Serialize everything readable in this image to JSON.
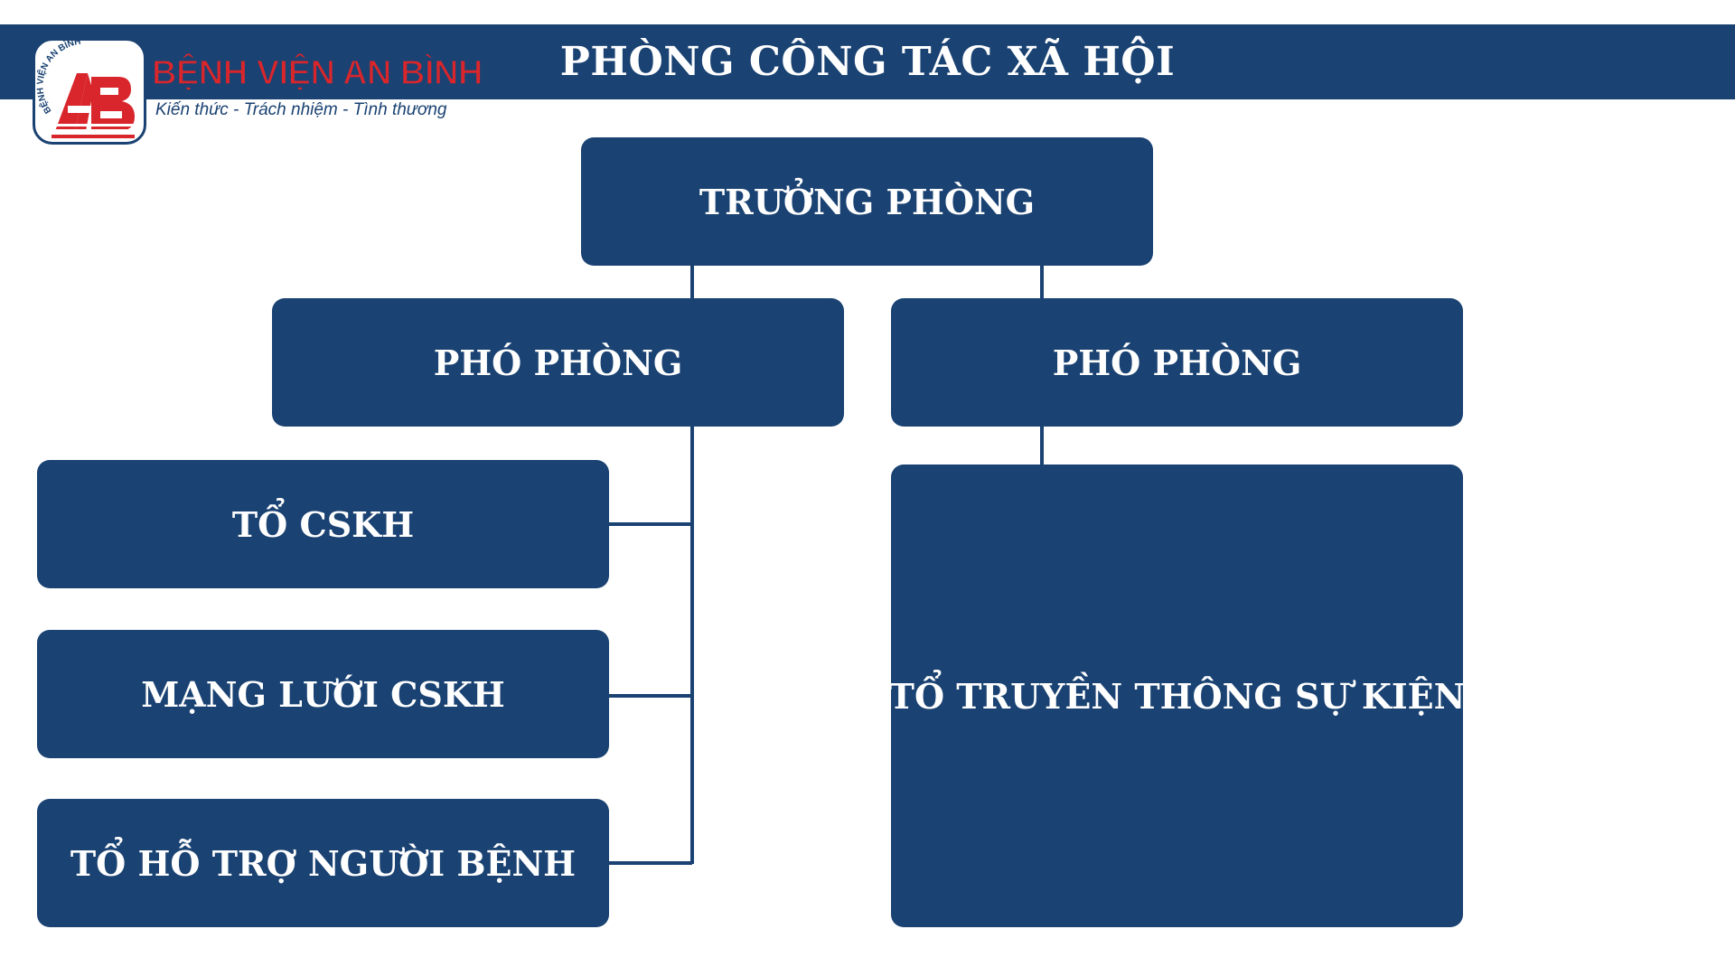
{
  "header": {
    "title": "PHÒNG CÔNG TÁC XÃ HỘI"
  },
  "logo": {
    "brand_name": "BỆNH VIỆN AN BÌNH",
    "slogan": "Kiến thức - Trách nhiệm - Tình thương",
    "badge_text": "BỆNH VIỆN AN BÌNH",
    "monogram": "AB"
  },
  "org_chart": {
    "head": "TRƯỞNG PHÒNG",
    "deputies": [
      "PHÓ PHÒNG",
      "PHÓ PHÒNG"
    ],
    "left_teams": [
      "TỔ CSKH",
      "MẠNG LƯỚI CSKH",
      "TỔ HỖ TRỢ NGƯỜI BỆNH"
    ],
    "right_teams": [
      "TỔ TRUYỀN THÔNG SỰ KIỆN"
    ]
  },
  "colors": {
    "primary": "#1a4272",
    "accent": "#d8262c",
    "background": "#ffffff"
  }
}
